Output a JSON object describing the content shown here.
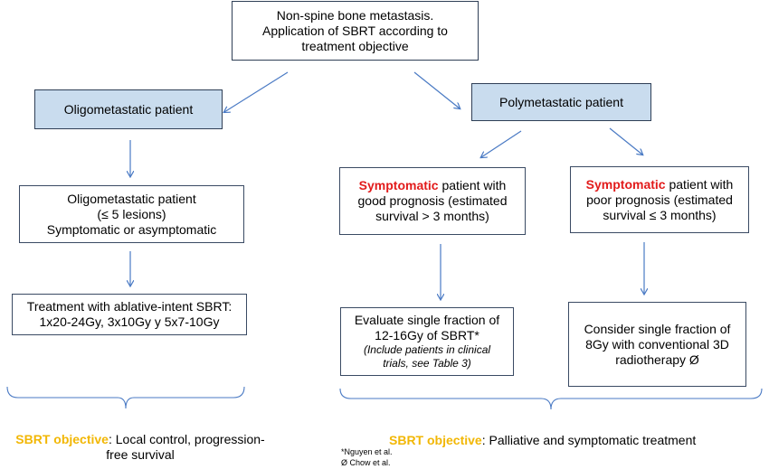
{
  "top": {
    "lines": [
      "Non-spine bone metastasis.",
      "Application of SBRT according to",
      "treatment objective"
    ]
  },
  "oligo": {
    "header": "Oligometastatic patient",
    "criteria": [
      "Oligometastatic patient",
      "(≤ 5 lesions)",
      "Symptomatic or asymptomatic"
    ],
    "treatment": [
      "Treatment with ablative-intent SBRT:",
      "1x20-24Gy, 3x10Gy y 5x7-10Gy"
    ],
    "objective_label": "SBRT objective",
    "objective_text_1": ": Local control, progression-",
    "objective_text_2": "free survival"
  },
  "poly": {
    "header": "Polymetastatic patient",
    "good": {
      "highlight": "Symptomatic",
      "rest1": " patient with",
      "lines": [
        "good prognosis (estimated",
        "survival > 3 months)"
      ]
    },
    "poor": {
      "highlight": "Symptomatic",
      "rest1": " patient with",
      "lines": [
        "poor prognosis (estimated",
        "survival ≤ 3 months)"
      ]
    },
    "good_treatment": {
      "lines": [
        "Evaluate single fraction of",
        "12-16Gy of SBRT*"
      ],
      "italic": [
        "(Include patients in clinical",
        "trials, see Table 3)"
      ]
    },
    "poor_treatment": {
      "lines": [
        "Consider single fraction of",
        "8Gy with conventional 3D",
        "radiotherapy Ø"
      ]
    },
    "objective_label": "SBRT objective",
    "objective_text": ": Palliative and symptomatic treatment"
  },
  "footnotes": [
    "*Nguyen et al.",
    "Ø Chow et al."
  ],
  "colors": {
    "arrow": "#4a7ac4",
    "header_fill": "#c9dcee",
    "highlight_red": "#e21b1b",
    "objective_gold": "#f2b705"
  }
}
